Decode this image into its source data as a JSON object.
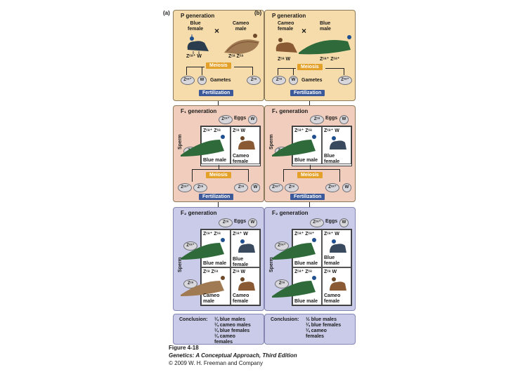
{
  "panels": [
    {
      "tag": "(a)",
      "p": {
        "title": "P generation",
        "left_label": "Blue\nfemale",
        "right_label": "Cameo\nmale",
        "left_geno": "Zᶜᵃ⁺ W",
        "right_geno": "Zᶜᵃ Zᶜᵃ",
        "meiosis": "Meiosis",
        "gametes_label": "Gametes",
        "gametes": [
          "Zᶜᵃ⁺",
          "W",
          "Zᶜᵃ"
        ]
      },
      "fert1": "Fertilization",
      "f1": {
        "title": "F₁ generation",
        "eggs_label": "Eggs",
        "sperm_label": "Sperm",
        "egg_gametes": [
          "Zᶜᵃ⁺",
          "W"
        ],
        "sperm_gametes": [
          "Zᶜᵃ"
        ],
        "cells": [
          {
            "geno": "Zᶜᵃ⁺ Zᶜᵃ",
            "pheno": "Blue male"
          },
          {
            "geno": "Zᶜᵃ W",
            "pheno": "Cameo\nfemale"
          }
        ],
        "meiosis": "Meiosis",
        "gametes": [
          "Zᶜᵃ⁺",
          "Zᶜᵃ",
          "Zᶜᵃ",
          "W"
        ]
      },
      "fert2": "Fertilization",
      "f2": {
        "title": "F₂ generation",
        "eggs_label": "Eggs",
        "sperm_label": "Sperm",
        "egg_gametes": [
          "Zᶜᵃ",
          "W"
        ],
        "sperm_gametes": [
          "Zᶜᵃ⁺",
          "Zᶜᵃ"
        ],
        "cells": [
          {
            "geno": "Zᶜᵃ⁺ Zᶜᵃ",
            "pheno": "Blue male"
          },
          {
            "geno": "Zᶜᵃ⁺ W",
            "pheno": "Blue\nfemale"
          },
          {
            "geno": "Zᶜᵃ Zᶜᵃ",
            "pheno": "Cameo\nmale"
          },
          {
            "geno": "Zᶜᵃ W",
            "pheno": "Cameo\nfemale"
          }
        ]
      },
      "conclusion": {
        "label": "Conclusion:",
        "lines": [
          "¼ blue males",
          "¼ cameo males",
          "¼ blue females",
          "¼ cameo\nfemales"
        ]
      }
    },
    {
      "tag": "(b)",
      "p": {
        "title": "P generation",
        "left_label": "Cameo\nfemale",
        "right_label": "Blue\nmale",
        "left_geno": "Zᶜᵃ W",
        "right_geno": "Zᶜᵃ⁺ Zᶜᵃ⁺",
        "meiosis": "Meiosis",
        "gametes_label": "Gametes",
        "gametes": [
          "Zᶜᵃ",
          "W",
          "Zᶜᵃ⁺"
        ]
      },
      "fert1": "Fertilization",
      "f1": {
        "title": "F₁ generation",
        "eggs_label": "Eggs",
        "sperm_label": "Sperm",
        "egg_gametes": [
          "Zᶜᵃ",
          "W"
        ],
        "sperm_gametes": [
          "Zᶜᵃ⁺"
        ],
        "cells": [
          {
            "geno": "Zᶜᵃ⁺ Zᶜᵃ",
            "pheno": "Blue male"
          },
          {
            "geno": "Zᶜᵃ⁺ W",
            "pheno": "Blue\nfemale"
          }
        ],
        "meiosis": "Meiosis",
        "gametes": [
          "Zᶜᵃ⁺",
          "Zᶜᵃ",
          "Zᶜᵃ⁺",
          "W"
        ]
      },
      "fert2": "Fertilization",
      "f2": {
        "title": "F₂ generation",
        "eggs_label": "Eggs",
        "sperm_label": "Sperm",
        "egg_gametes": [
          "Zᶜᵃ⁺",
          "W"
        ],
        "sperm_gametes": [
          "Zᶜᵃ⁺",
          "Zᶜᵃ"
        ],
        "cells": [
          {
            "geno": "Zᶜᵃ⁺ Zᶜᵃ⁺",
            "pheno": "Blue male"
          },
          {
            "geno": "Zᶜᵃ⁺ W",
            "pheno": "Blue\nfemale"
          },
          {
            "geno": "Zᶜᵃ⁺ Zᶜᵃ",
            "pheno": "Blue male"
          },
          {
            "geno": "Zᶜᵃ W",
            "pheno": "Cameo\nfemale"
          }
        ]
      },
      "conclusion": {
        "label": "Conclusion:",
        "lines": [
          "½ blue males",
          "¼ blue females",
          "¼ cameo\nfemales"
        ]
      }
    }
  ],
  "caption": {
    "figure": "Figure 4-18",
    "book": "Genetics: A Conceptual Approach, Third Edition",
    "copyright": "© 2009 W. H. Freeman and Company"
  },
  "colors": {
    "blue_bird": "#1f4f8f",
    "cameo_bird": "#8a5a34",
    "green_tail": "#2f6a3a"
  }
}
